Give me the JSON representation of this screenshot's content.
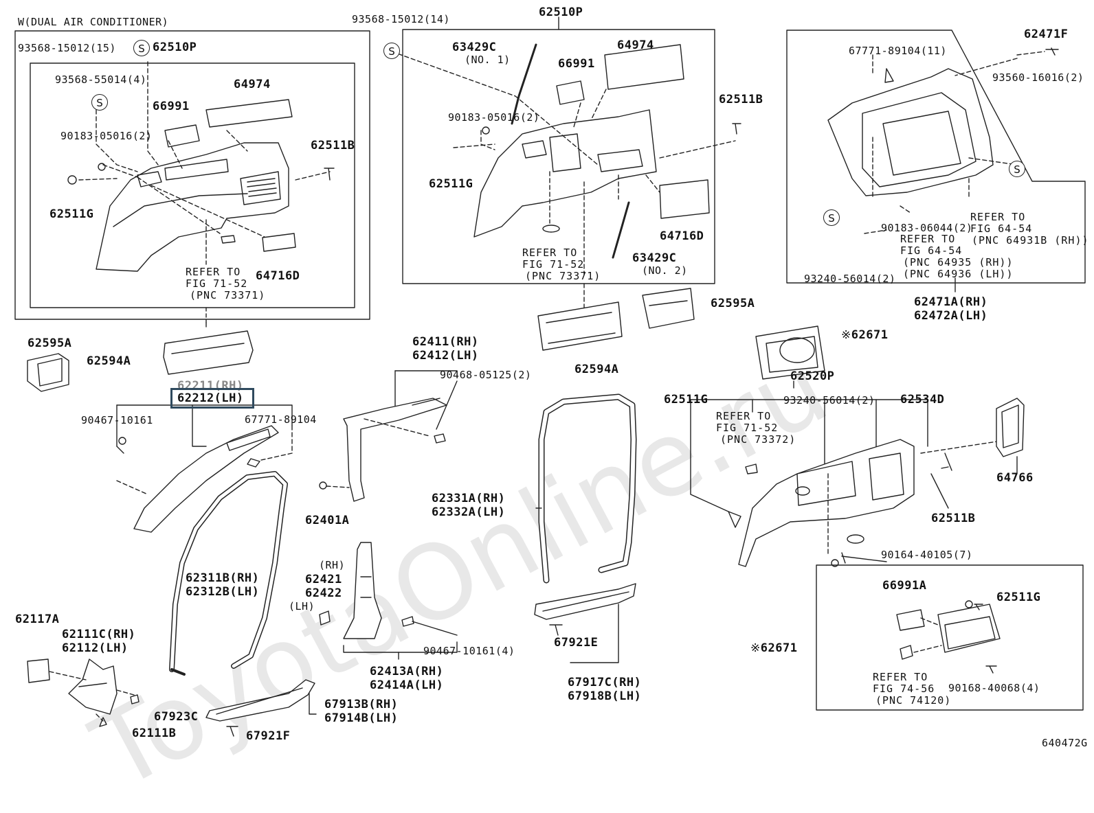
{
  "watermark": "ToyotaOnline.ru",
  "figure_code": "640472G",
  "s_mark": "S",
  "highlight_part": "62212(LH)",
  "boxes": {
    "left_title": "W(DUAL AIR CONDITIONER)"
  },
  "labels": {
    "l_93568_15012_15": "93568-15012(15)",
    "l_62510p_a": "62510P",
    "l_93568_55014": "93568-55014(4)",
    "l_64974_a": "64974",
    "l_66991_a": "66991",
    "l_90183_05016_a": "90183-05016(2)",
    "l_62511b_a": "62511B",
    "l_62511g_a": "62511G",
    "l_64716d_a": "64716D",
    "l_93568_15012_14": "93568-15012(14)",
    "l_62510p_b": "62510P",
    "l_63429c_1": "63429C",
    "l_no1": "(NO. 1)",
    "l_64974_b": "64974",
    "l_66991_b": "66991",
    "l_62511b_b": "62511B",
    "l_90183_05016_b": "90183-05016(2)",
    "l_62511g_b": "62511G",
    "l_64716d_b": "64716D",
    "l_63429c_2": "63429C",
    "l_no2": "(NO. 2)",
    "l_62471f": "62471F",
    "l_67771_89104_11": "67771-89104(11)",
    "l_93560_16016": "93560-16016(2)",
    "l_90183_06044": "90183-06044(2)",
    "l_93240_56014_a": "93240-56014(2)",
    "l_62471a": "62471A(RH)",
    "l_62472a": "62472A(LH)",
    "l_62595a_a": "62595A",
    "l_62594a_a": "62594A",
    "l_62211": "62211(RH)",
    "l_62212": "62212(LH)",
    "l_90467_10161_a": "90467-10161",
    "l_67771_89104": "67771-89104",
    "l_62411": "62411(RH)",
    "l_62412": "62412(LH)",
    "l_90468_05125": "90468-05125(2)",
    "l_62401a": "62401A",
    "l_62595a_b": "62595A",
    "l_62594a_b": "62594A",
    "l_62331a": "62331A(RH)",
    "l_62332a": "62332A(LH)",
    "l_62671_a": "62671",
    "l_62520p": "62520P",
    "l_62511g_c": "62511G",
    "l_93240_56014_b": "93240-56014(2)",
    "l_62534d": "62534D",
    "l_64766": "64766",
    "l_62511b_c": "62511B",
    "l_90164_40105": "90164-40105(7)",
    "l_62311b": "62311B(RH)",
    "l_62312b": "62312B(LH)",
    "l_rh": "(RH)",
    "l_62421": "62421",
    "l_62422": "62422",
    "l_lh": "(LH)",
    "l_90467_10161_4": "90467-10161(4)",
    "l_62117a": "62117A",
    "l_62111c": "62111C(RH)",
    "l_62112": "62112(LH)",
    "l_67923c": "67923C",
    "l_62111b": "62111B",
    "l_67913b": "67913B(RH)",
    "l_67914b": "67914B(LH)",
    "l_67921f": "67921F",
    "l_62413a": "62413A(RH)",
    "l_62414a": "62414A(LH)",
    "l_67921e": "67921E",
    "l_67917c": "67917C(RH)",
    "l_67918b": "67918B(LH)",
    "l_66991a": "66991A",
    "l_62511g_d": "62511G",
    "l_62671_b": "62671",
    "l_90168_40068": "90168-40068(4)",
    "kome": "※"
  },
  "notes": {
    "ref_a": "REFER TO\nFIG 71-52",
    "ref_a_pnc": "(PNC 73371)",
    "ref_b": "REFER TO\nFIG 71-52",
    "ref_b_pnc": "(PNC 73371)",
    "ref_c": "REFER TO\nFIG 64-54",
    "ref_c_pnc": "(PNC 64931B (RH))",
    "ref_d": "REFER TO\nFIG 64-54",
    "ref_d_pnc": "(PNC 64935 (RH))\n(PNC 64936 (LH))",
    "ref_e": "REFER TO\nFIG 71-52",
    "ref_e_pnc": "(PNC 73372)",
    "ref_f": "REFER TO\nFIG 74-56",
    "ref_f_pnc": "(PNC 74120)"
  }
}
